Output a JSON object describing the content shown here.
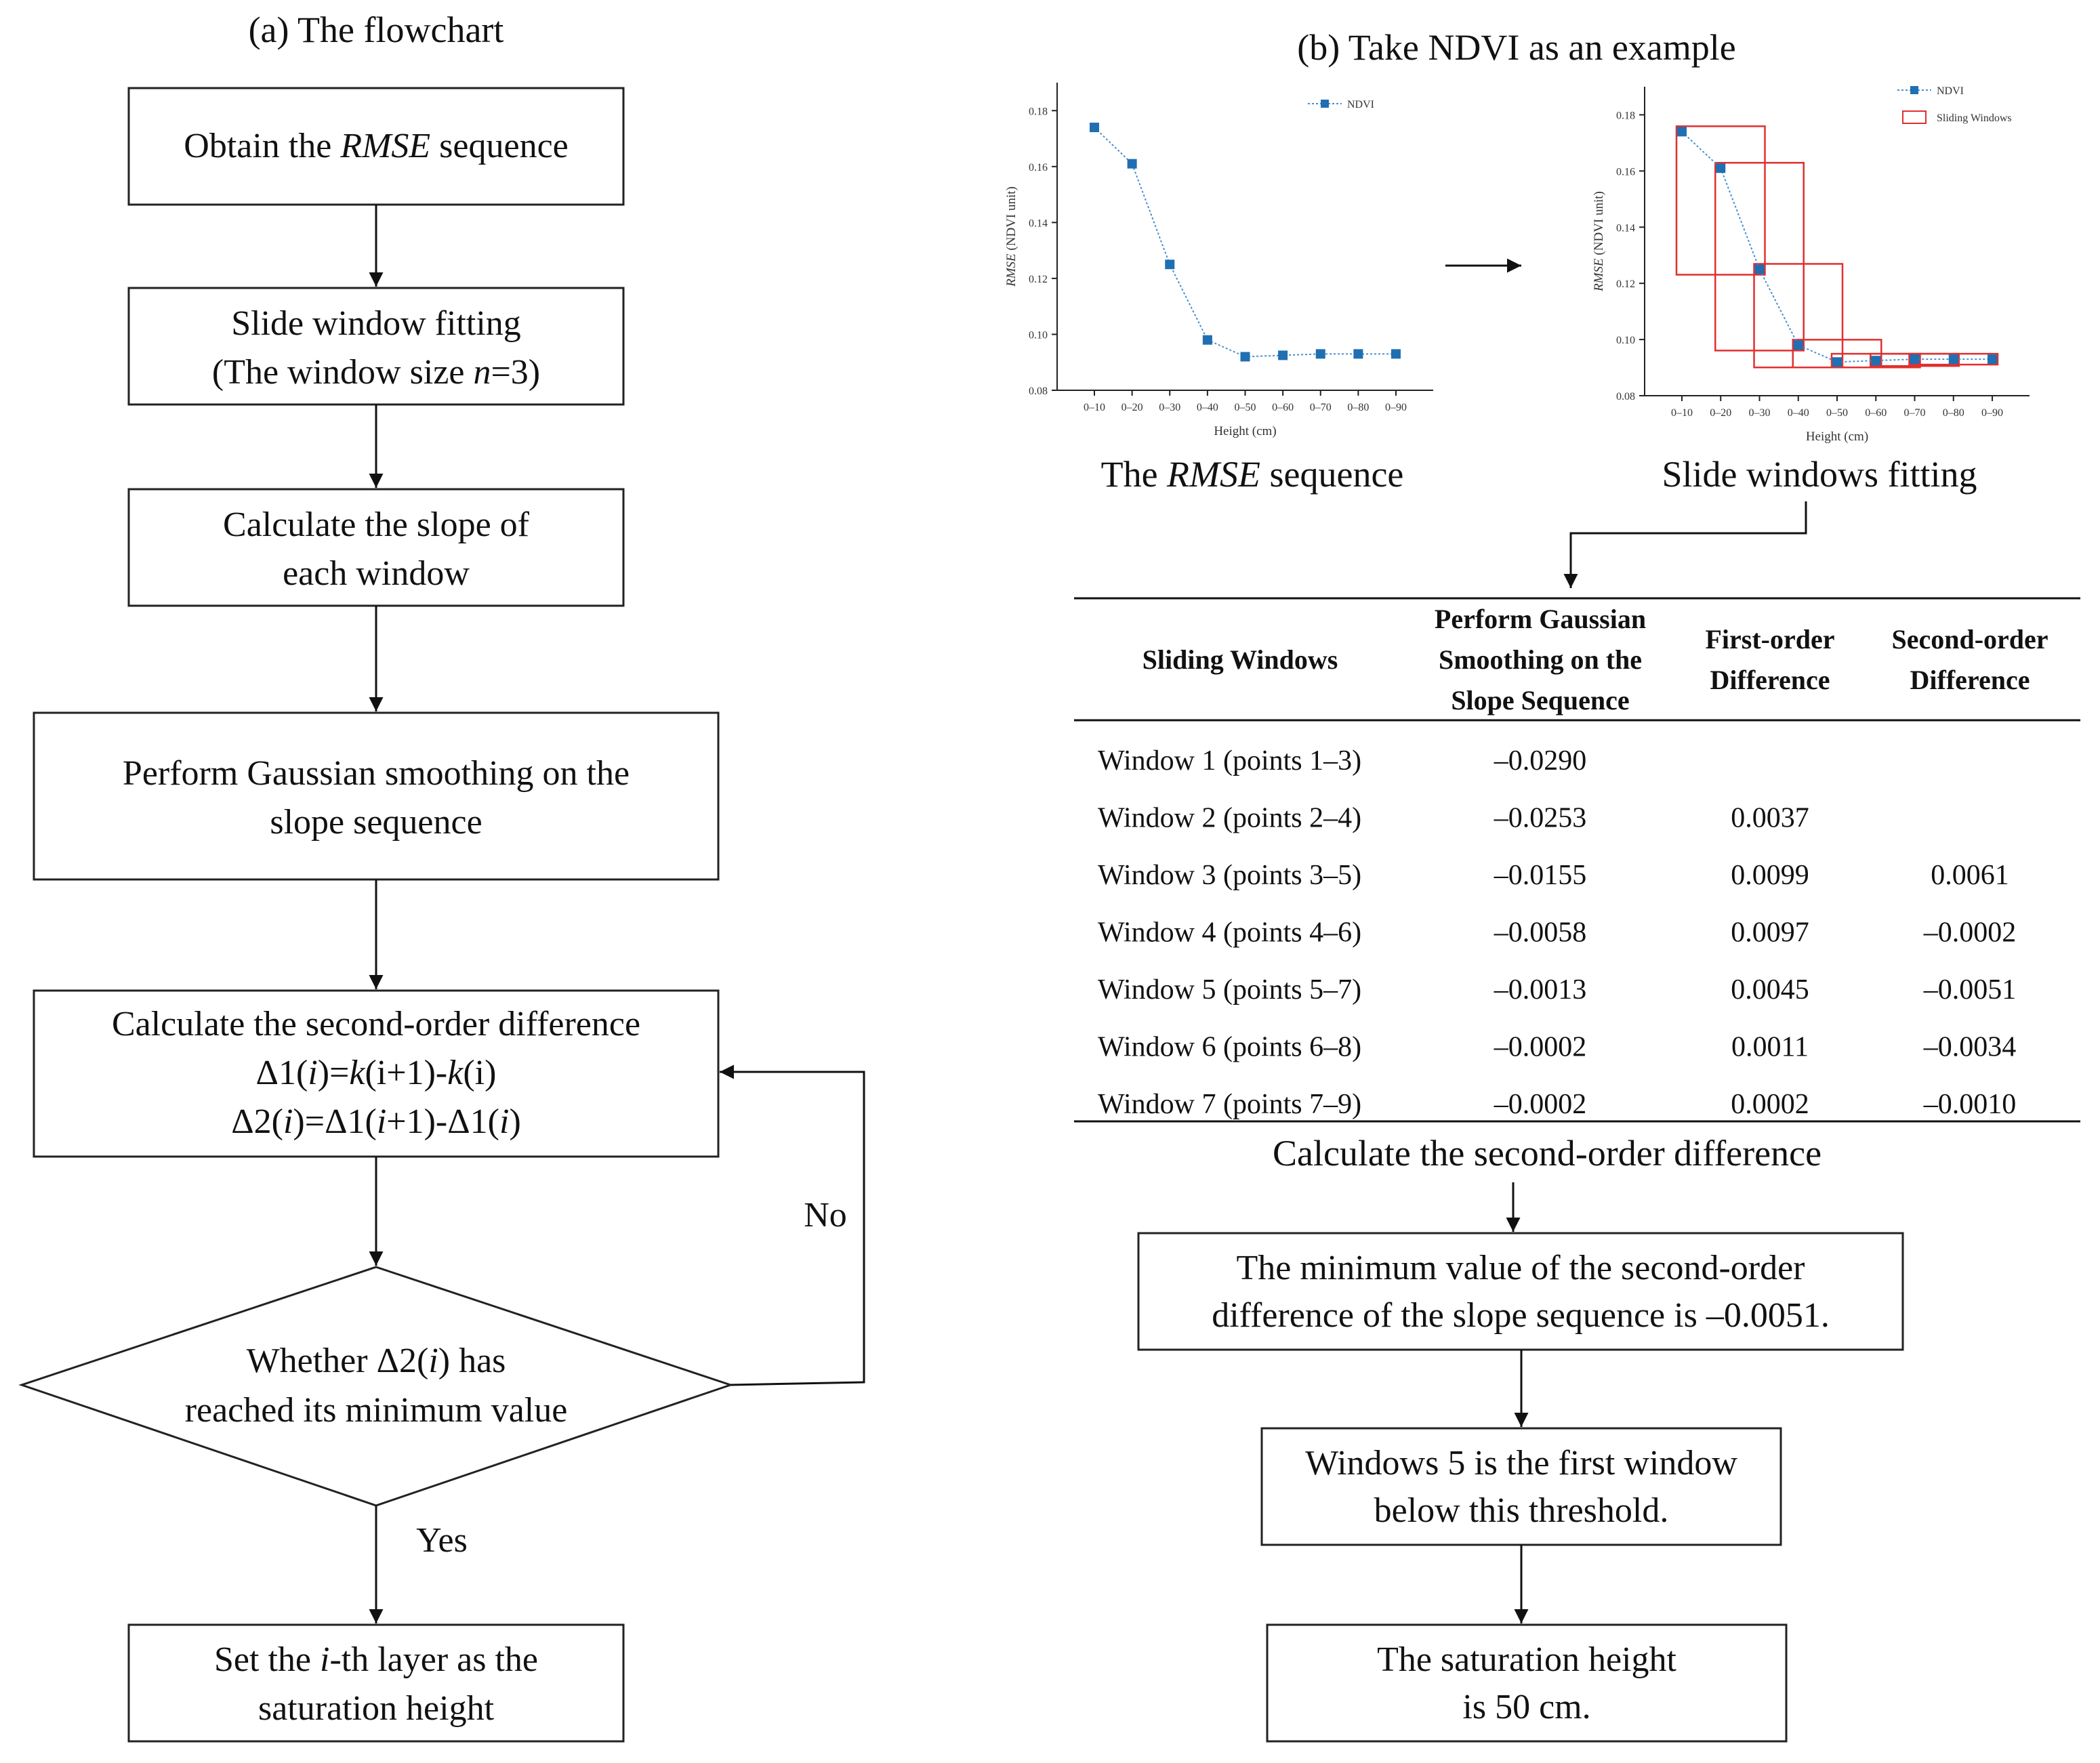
{
  "panel_a": {
    "title": "(a) The flowchart",
    "box1": {
      "pre": "Obtain the ",
      "italic": "RMSE",
      "post": " sequence"
    },
    "box2": {
      "line1": "Slide window fitting",
      "line2_pre": "(The window size ",
      "line2_italic": "n",
      "line2_post": "=3)"
    },
    "box3": {
      "line1": "Calculate the slope of",
      "line2": "each window"
    },
    "box4": {
      "line1": "Perform Gaussian smoothing on the",
      "line2": "slope sequence"
    },
    "box5": {
      "line1": "Calculate the second-order difference",
      "f1": {
        "a": "Δ1(",
        "b": "i",
        "c": ")=",
        "d": "k",
        "e": "(i+1)-",
        "f": "k",
        "g": "(i)"
      },
      "f2": {
        "a": "Δ2(",
        "b": "i",
        "c": ")=Δ1(",
        "d": "i",
        "e": "+1)-Δ1(",
        "f": "i",
        "g": ")"
      }
    },
    "decision": {
      "pre": "Whether Δ2(",
      "italic": "i",
      "post": ") has",
      "line2": "reached its minimum value"
    },
    "final": {
      "pre": "Set the ",
      "italic": "i",
      "post": "-th layer as the",
      "line2": "saturation height"
    },
    "no_label": "No",
    "yes_label": "Yes"
  },
  "panel_b": {
    "title": "(b) Take NDVI as an example",
    "caption1_pre": "The ",
    "caption1_italic": "RMSE",
    "caption1_post": " sequence",
    "caption2": "Slide windows fitting",
    "table_caption": "Calculate the second-order difference",
    "box_min": {
      "line1": "The minimum value of the second-order",
      "line2": "difference of the slope sequence is –0.0051."
    },
    "box_window": {
      "line1": "Windows 5 is the first window",
      "line2": "below this threshold."
    },
    "box_sat": {
      "line1": "The saturation height",
      "line2": "is 50 cm."
    },
    "table": {
      "headers": [
        [
          "Sliding Windows"
        ],
        [
          "Perform Gaussian",
          "Smoothing on the",
          "Slope Sequence"
        ],
        [
          "First-order",
          "Difference"
        ],
        [
          "Second-order",
          "Difference"
        ]
      ],
      "rows": [
        [
          "Window 1 (points 1–3)",
          "–0.0290",
          "",
          ""
        ],
        [
          "Window 2 (points 2–4)",
          "–0.0253",
          "0.0037",
          ""
        ],
        [
          "Window 3 (points 3–5)",
          "–0.0155",
          "0.0099",
          "0.0061"
        ],
        [
          "Window 4 (points 4–6)",
          "–0.0058",
          "0.0097",
          "–0.0002"
        ],
        [
          "Window 5 (points 5–7)",
          "–0.0013",
          "0.0045",
          "–0.0051"
        ],
        [
          "Window 6 (points 6–8)",
          "–0.0002",
          "0.0011",
          "–0.0034"
        ],
        [
          "Window 7 (points 7–9)",
          "–0.0002",
          "0.0002",
          "–0.0010"
        ]
      ]
    }
  },
  "chart_data": [
    {
      "type": "line",
      "x": [
        "0–10",
        "0–20",
        "0–30",
        "0–40",
        "0–50",
        "0–60",
        "0–70",
        "0–80",
        "0–90"
      ],
      "series": [
        {
          "name": "NDVI",
          "values": [
            0.174,
            0.161,
            0.125,
            0.098,
            0.092,
            0.0925,
            0.093,
            0.093,
            0.093
          ],
          "color": "#1f6fb2"
        }
      ],
      "xlabel": "Height (cm)",
      "ylabel_italic": "RMSE",
      "ylabel_rest": " (NDVI unit)",
      "ylim": [
        0.08,
        0.19
      ],
      "yticks": [
        "0.08",
        "0.10",
        "0.12",
        "0.14",
        "0.16",
        "0.18"
      ],
      "legend": "top-right"
    },
    {
      "type": "line",
      "x": [
        "0–10",
        "0–20",
        "0–30",
        "0–40",
        "0–50",
        "0–60",
        "0–70",
        "0–80",
        "0–90"
      ],
      "series": [
        {
          "name": "NDVI",
          "values": [
            0.174,
            0.161,
            0.125,
            0.098,
            0.092,
            0.0925,
            0.093,
            0.093,
            0.093
          ],
          "color": "#1f6fb2"
        }
      ],
      "windows_name": "Sliding Windows",
      "windows_color": "#e03030",
      "windows": [
        [
          1,
          3
        ],
        [
          2,
          4
        ],
        [
          3,
          5
        ],
        [
          4,
          6
        ],
        [
          5,
          7
        ],
        [
          6,
          8
        ],
        [
          7,
          9
        ]
      ],
      "xlabel": "Height (cm)",
      "ylabel_italic": "RMSE",
      "ylabel_rest": " (NDVI unit)",
      "ylim": [
        0.08,
        0.19
      ],
      "yticks": [
        "0.08",
        "0.10",
        "0.12",
        "0.14",
        "0.16",
        "0.18"
      ],
      "legend": "top-right"
    }
  ]
}
